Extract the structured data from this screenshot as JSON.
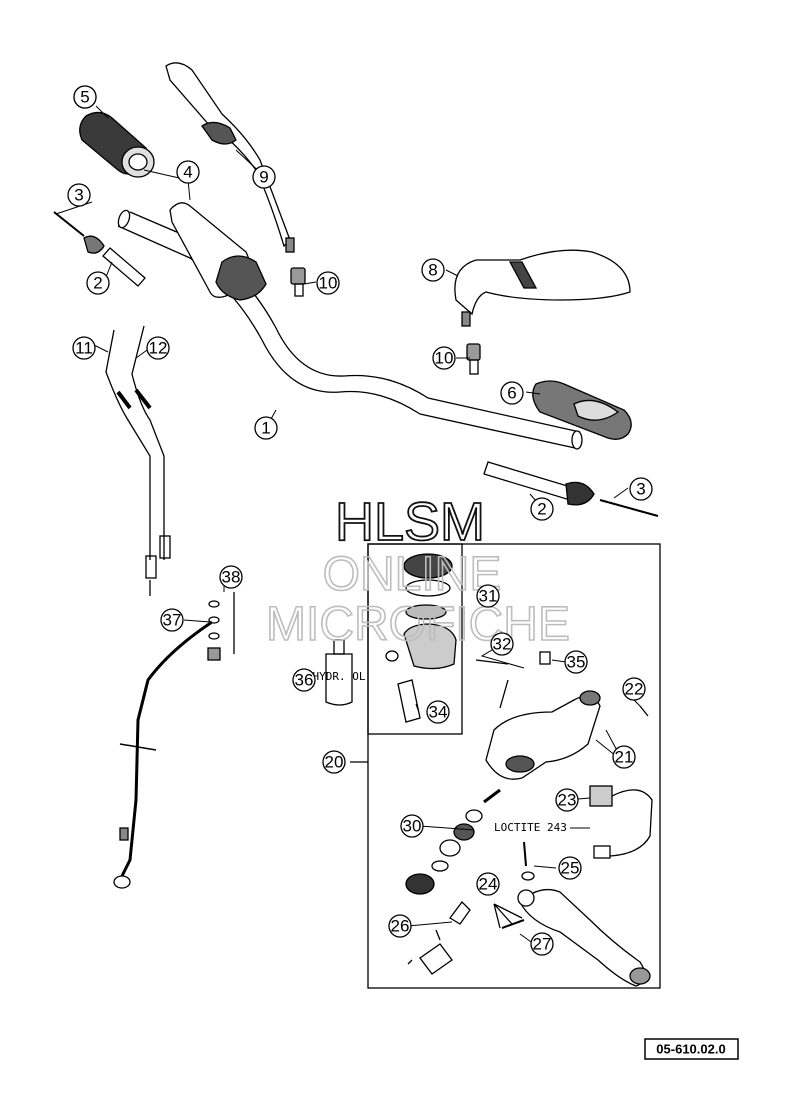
{
  "callouts": [
    "1",
    "2",
    "3",
    "4",
    "5",
    "6",
    "8",
    "9",
    "10",
    "11",
    "12",
    "20",
    "21",
    "22",
    "23",
    "24",
    "25",
    "26",
    "27",
    "30",
    "31",
    "32",
    "34",
    "35",
    "36",
    "37",
    "38"
  ],
  "watermark": {
    "line1": "HLSM",
    "line2": "ONLINE",
    "line3": "MICROFICHE"
  },
  "note_loctite": "LOCTITE 243",
  "bottle_label": "HYDR. OL",
  "diagram_code": "05-610.02.0"
}
